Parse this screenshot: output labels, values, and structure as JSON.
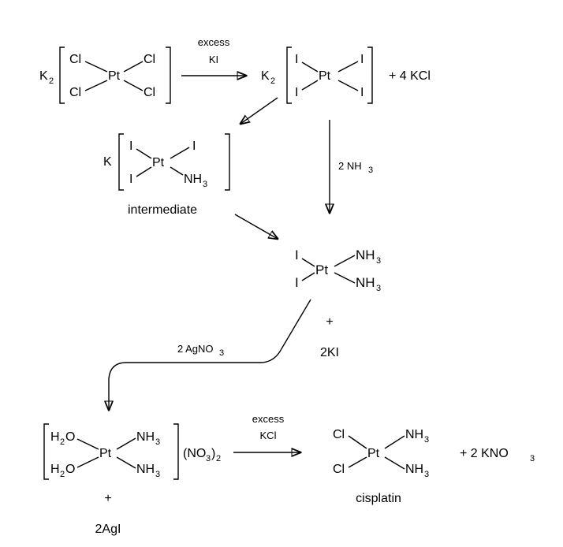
{
  "compounds": {
    "k2ptcl4": {
      "prefix": "K",
      "prefix_sub": "2",
      "metal": "Pt",
      "ligands": [
        "Cl",
        "Cl",
        "Cl",
        "Cl"
      ]
    },
    "k2pti4": {
      "prefix": "K",
      "prefix_sub": "2",
      "metal": "Pt",
      "ligands": [
        "I",
        "I",
        "I",
        "I"
      ]
    },
    "kcl_product": "+ 4 KCl",
    "intermediate": {
      "prefix": "K",
      "metal": "Pt",
      "ligands": [
        "I",
        "I",
        "I"
      ],
      "nh3": "NH",
      "nh3_sub": "3",
      "label": "intermediate"
    },
    "ptnh3i2": {
      "metal": "Pt",
      "ligands": [
        "I",
        "I"
      ],
      "nh3": "NH",
      "nh3_sub": "3"
    },
    "plus_2ki": {
      "plus": "+",
      "text": "2KI"
    },
    "aqua": {
      "metal": "Pt",
      "h2o": "H",
      "h2o_sub": "2",
      "h2o_o": "O",
      "nh3": "NH",
      "nh3_sub": "3",
      "counter_a": "(NO",
      "counter_sub1": "3",
      "counter_b": ")",
      "counter_sub2": "2"
    },
    "plus_2agi": {
      "plus": "+",
      "text": "2AgI"
    },
    "cisplatin": {
      "metal": "Pt",
      "ligands": [
        "Cl",
        "Cl"
      ],
      "nh3": "NH",
      "nh3_sub": "3",
      "label": "cisplatin"
    },
    "kno3_product": {
      "text": "+ 2 KNO",
      "sub": "3"
    }
  },
  "reagents": {
    "step1_top": "excess",
    "step1_bottom": "KI",
    "nh3": "2 NH",
    "nh3_sub": "3",
    "agno3": "2 AgNO",
    "agno3_sub": "3",
    "step_kcl_top": "excess",
    "step_kcl_bottom": "KCl"
  }
}
